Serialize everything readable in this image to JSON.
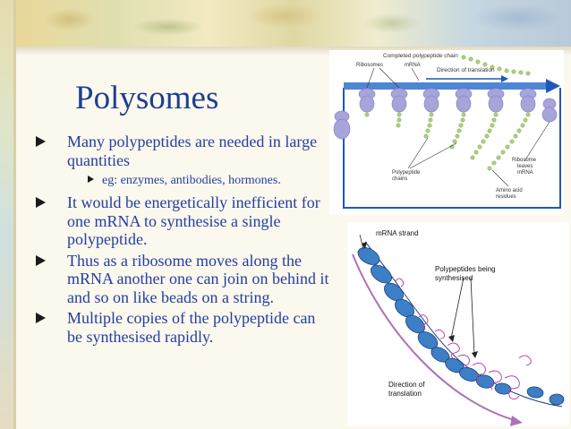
{
  "slide": {
    "title": "Polysomes",
    "bullets": [
      "Many polypeptides are needed in large quantities",
      "It would be energetically inefficient for one mRNA to synthesise a single polypeptide.",
      "Thus as a ribosome moves along the mRNA another one can join on behind it and so on like beads on a string.",
      "Multiple copies of the polypeptide can be synthesised rapidly."
    ],
    "sub_bullet": "eg: enzymes, antibodies, hormones."
  },
  "figure_top": {
    "completed_chain": "Completed polypeptide chain",
    "ribosomes": "Ribosomes",
    "mrna": "mRNA",
    "direction": "Direction of translation",
    "polypeptide_chains_1": "Polypeptide",
    "polypeptide_chains_2": "chains",
    "ribosome_leaves_1": "Ribosome",
    "ribosome_leaves_2": "leaves",
    "ribosome_leaves_3": "mRNA",
    "amino_acid_1": "Amino acid",
    "amino_acid_2": "residues"
  },
  "figure_bottom": {
    "mrna_strand": "mRNA strand",
    "polypeptides_1": "Polypeptides being",
    "polypeptides_2": "synthesised",
    "direction_1": "Direction of",
    "direction_2": "translation"
  },
  "colors": {
    "title": "#1d3f91",
    "body_text": "#233ea0",
    "ribosome": "#a7a4d9",
    "frame": "#1f59b5",
    "bead": "#a9d37a",
    "ribosome_blue": "#3c7fc6",
    "arrow_purple": "#b070b8"
  }
}
